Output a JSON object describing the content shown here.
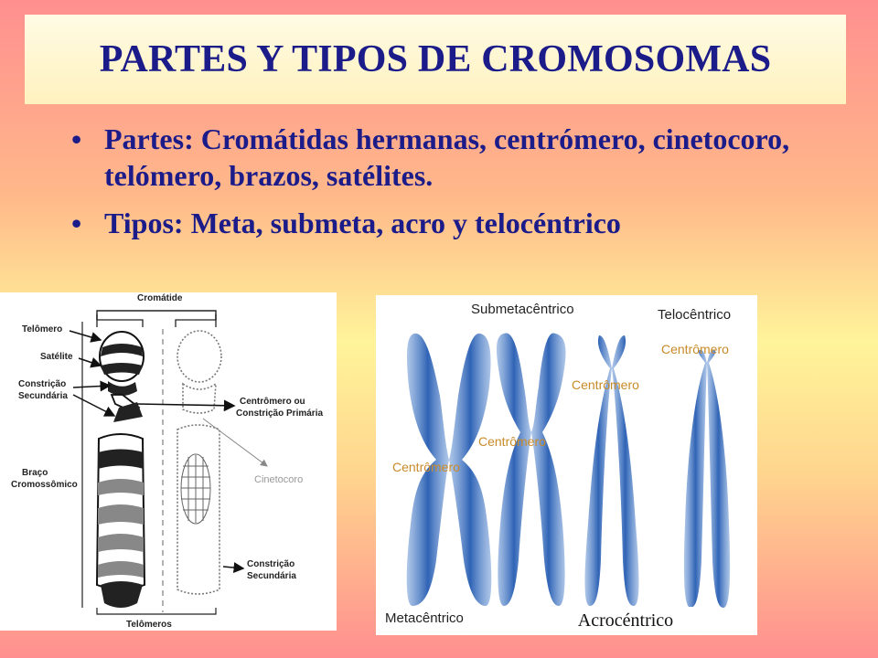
{
  "title": "PARTES Y TIPOS DE CROMOSOMAS",
  "bullets": [
    "Partes: Cromátidas hermanas, centrómero, cinetocoro, telómero, brazos, satélites.",
    "Tipos: Meta, submeta, acro y telocéntrico"
  ],
  "left_diagram": {
    "labels": {
      "cromatide": "Cromátide",
      "telomero": "Telômero",
      "satelite": "Satélite",
      "constricao_sec_1": "Constrição",
      "constricao_sec_2": "Secundária",
      "centromero_1": "Centrômero ou",
      "centromero_2": "Constrição Primária",
      "braco_1": "Braço",
      "braco_2": "Cromossômico",
      "constricao_low_1": "Constrição",
      "constricao_low_2": "Secundária",
      "telomeros": "Telômeros",
      "cinetocoro": "Cinetocoro"
    }
  },
  "right_diagram": {
    "types": {
      "submeta": "Submetacêntrico",
      "telo": "Telocêntrico",
      "meta": "Metacêntrico",
      "acro": "Acrocéntrico"
    },
    "centromere_label": "Centrômero",
    "colors": {
      "chromosome": "#2f63b5",
      "centromere_label": "#c98a28"
    }
  }
}
